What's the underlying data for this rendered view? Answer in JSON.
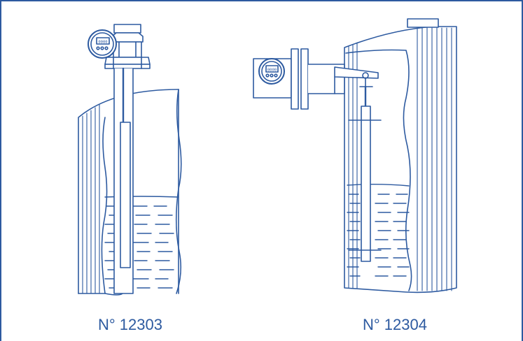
{
  "figures": [
    {
      "caption": "N° 12303",
      "display_text": "0000"
    },
    {
      "caption": "N° 12304",
      "display_text": "0000"
    }
  ],
  "colors": {
    "line": "#2d5aa0",
    "background": "#ffffff"
  }
}
